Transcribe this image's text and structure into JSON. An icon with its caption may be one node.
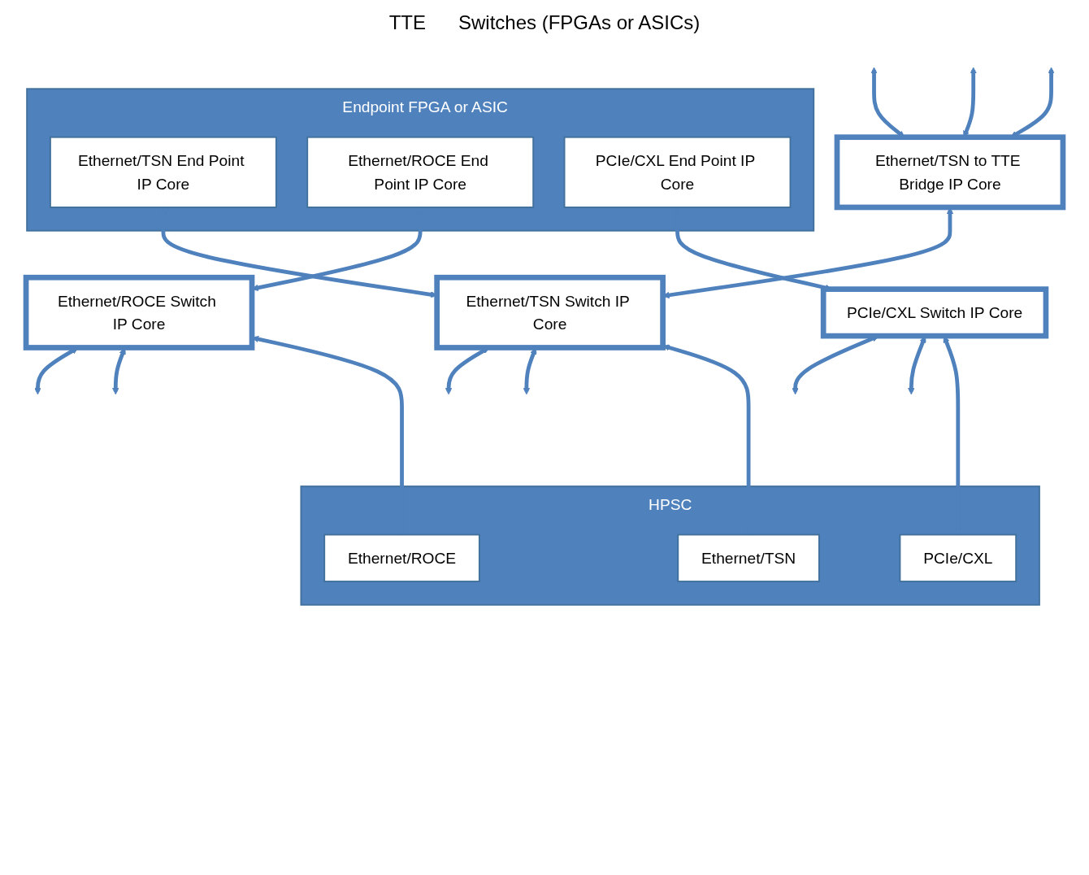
{
  "diagram": {
    "nodes": [
      {
        "text": [
          "Endpoint FPGA or ASIC"
        ]
      },
      {
        "text": [
          "Ethernet/TSN End Point IP Core"
        ],
        "in": 0
      },
      {
        "text": [
          "Ethernet/ROCE End Point IP Core"
        ],
        "in": 0
      },
      {
        "text": [
          "PCIe/CXL End Point IP Core"
        ],
        "in": 0
      },
      {
        "text": [
          "PCIe/CXL Switch IP Core"
        ]
      },
      {
        "text": [
          "Ethernet/TSN to TTE Bridge IP Core"
        ]
      },
      {
        "text": [
          "Ethernet/ROCE Switch IP Core"
        ]
      },
      {
        "text": [
          "Ethernet/TSN Switch IP Core"
        ]
      },
      {
        "text": [
          "HPSC"
        ]
      },
      {
        "text": [
          "Ethernet/TSN"
        ],
        "in": 8
      },
      {
        "text": [
          "Ethernet/ROCE"
        ],
        "in": 8
      },
      {
        "text": [
          "PCIe/CXL"
        ],
        "in": 8
      }
    ],
    "edges": [
      {
        "from": 1,
        "to": 7,
        "arrow": "both"
      },
      {
        "from": 2,
        "to": 6,
        "arrow": "both"
      },
      {
        "from": 3,
        "to": 4,
        "arrow": "both"
      },
      {
        "from": 4,
        "to": null,
        "arrow": "both"
      },
      {
        "from": 4,
        "to": null,
        "arrow": "both"
      },
      {
        "from": 5,
        "to": null,
        "arrow": "both"
      },
      {
        "from": 5,
        "to": null,
        "arrow": "both"
      },
      {
        "from": 5,
        "to": null,
        "arrow": "both"
      },
      {
        "from": 5,
        "to": 7,
        "arrow": "both"
      },
      {
        "from": 6,
        "to": null,
        "arrow": "both"
      },
      {
        "from": 6,
        "to": null,
        "arrow": "both"
      },
      {
        "from": 7,
        "to": null,
        "arrow": "both"
      },
      {
        "from": 7,
        "to": null,
        "arrow": "both"
      },
      {
        "from": 7,
        "to": 9,
        "arrow": "both"
      },
      {
        "from": 6,
        "to": 10,
        "arrow": "both"
      },
      {
        "from": 4,
        "to": 11,
        "arrow": "both"
      }
    ],
    "labels": [
      "TTE",
      "Switches (FPGAs or ASICs)"
    ]
  }
}
